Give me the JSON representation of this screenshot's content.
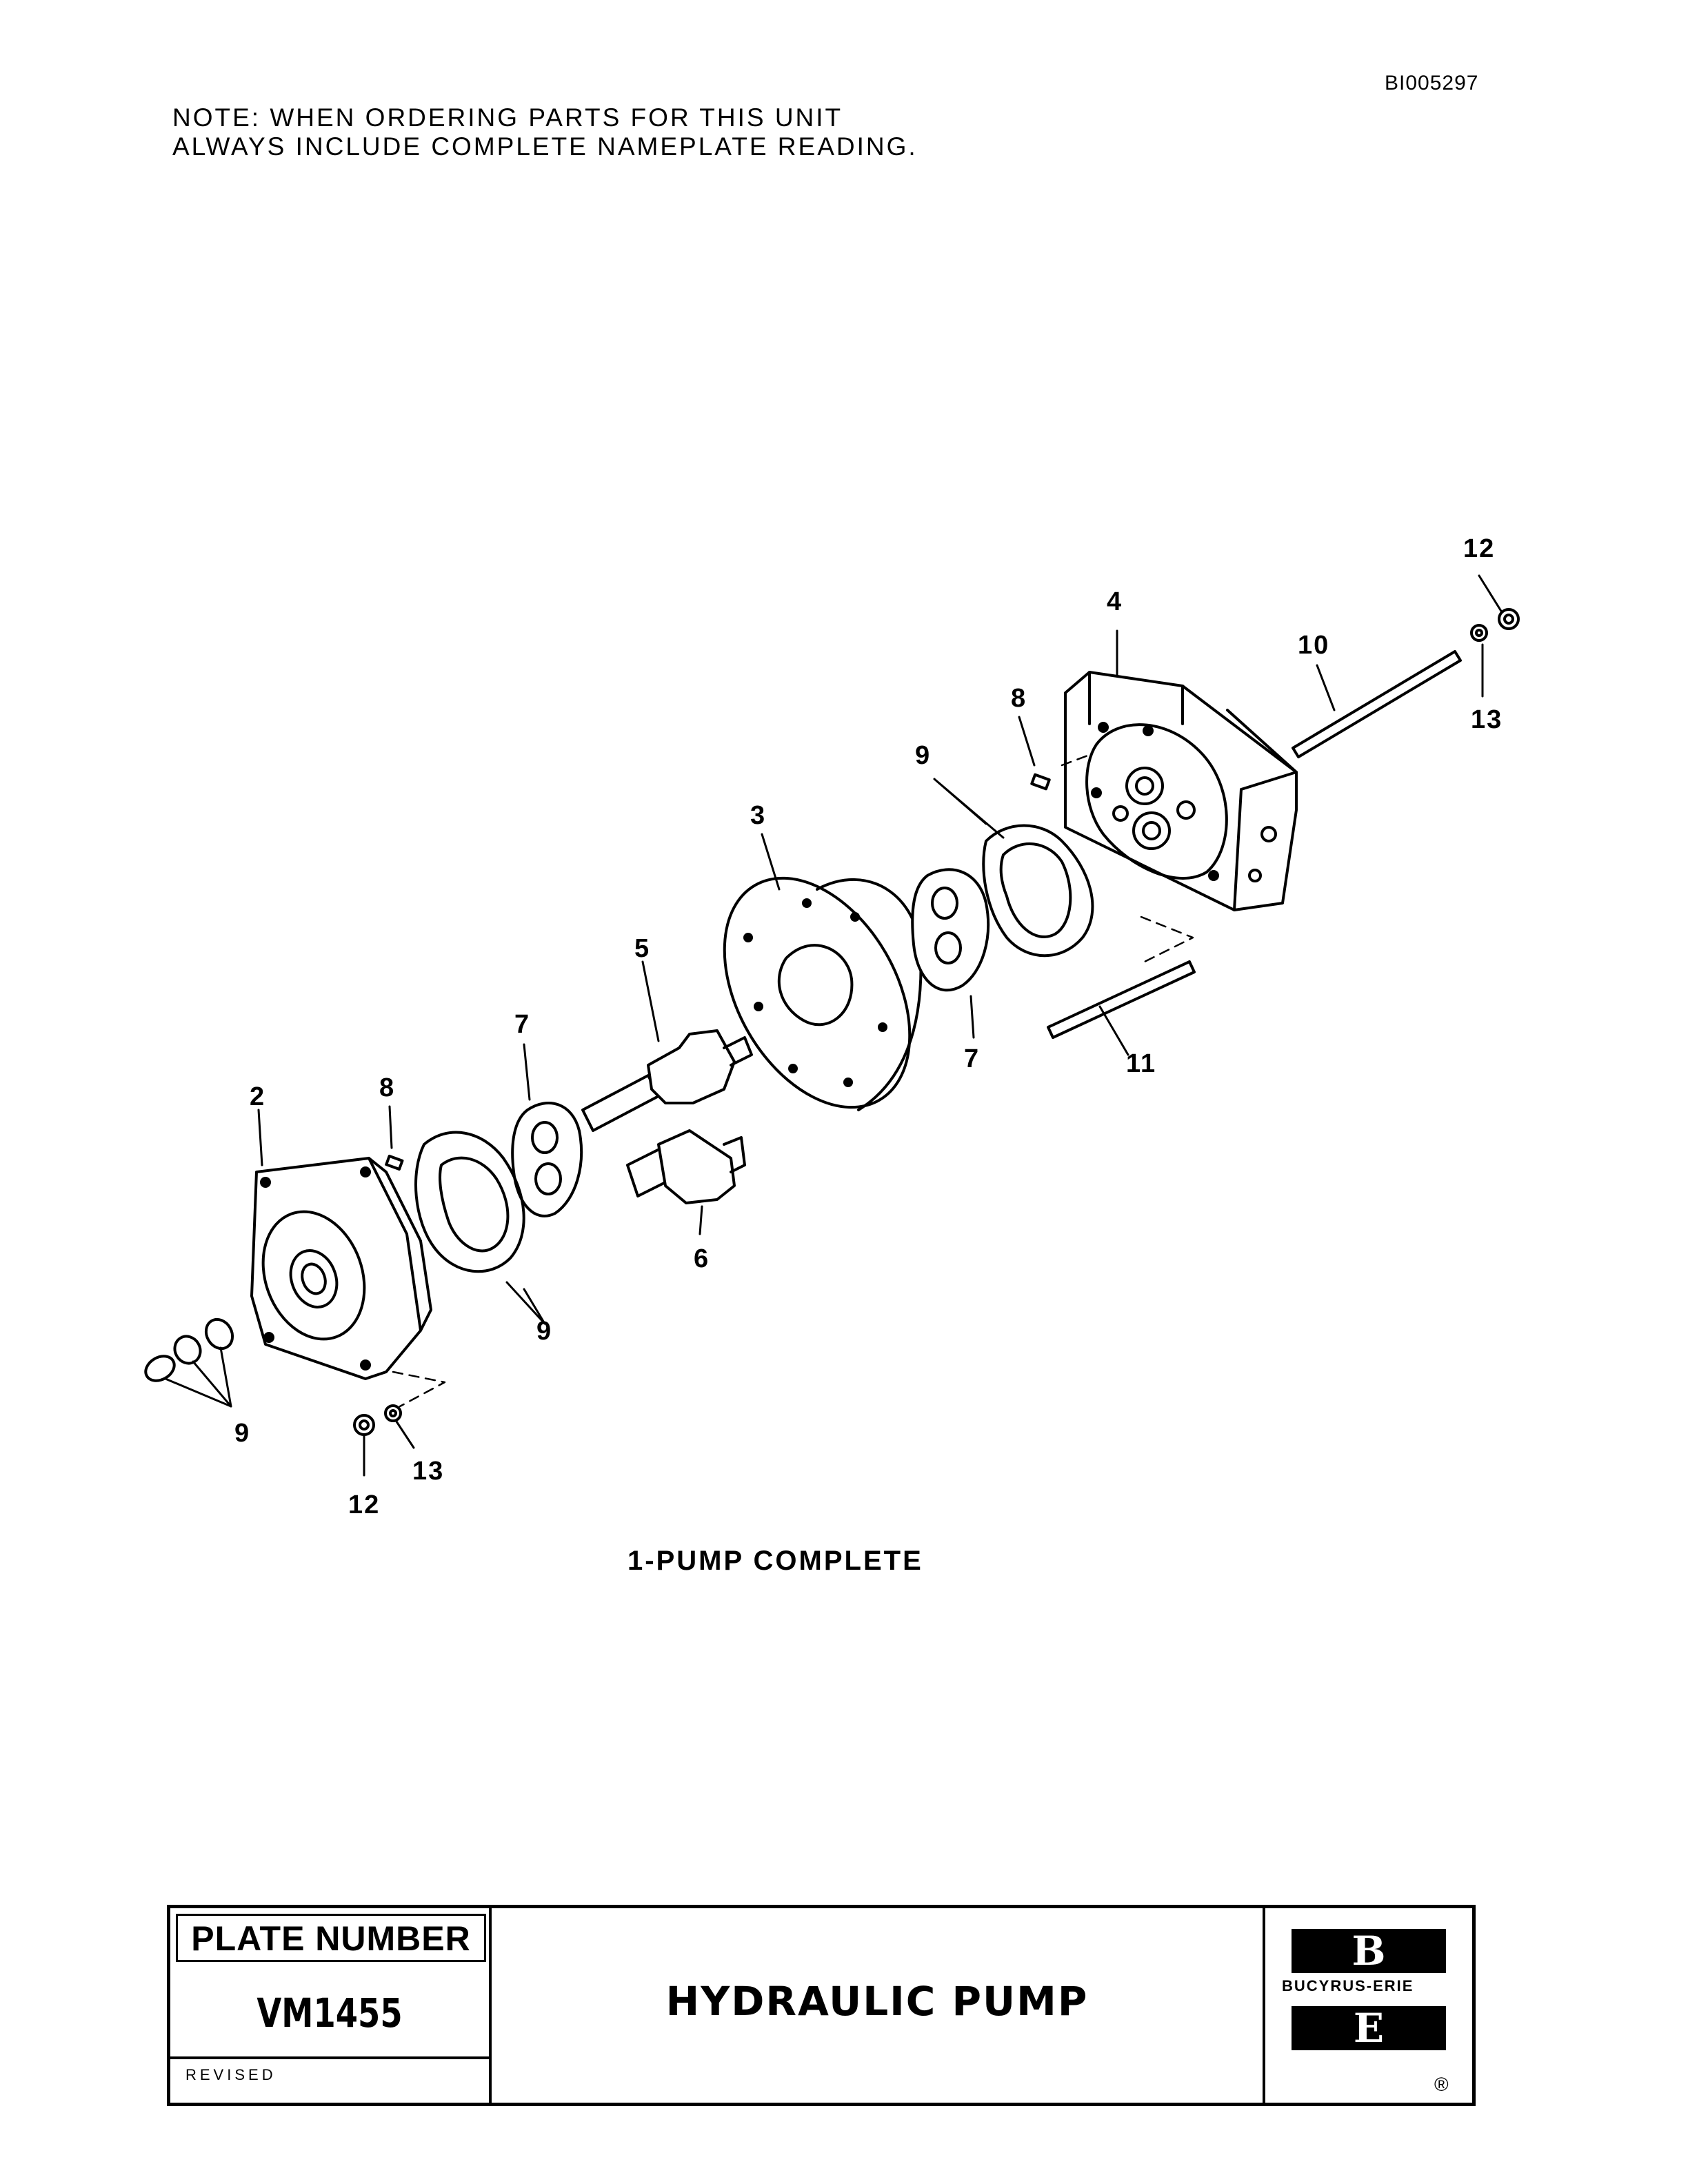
{
  "document_id": "BI005297",
  "note": {
    "line1": "NOTE:  WHEN ORDERING PARTS FOR THIS UNIT",
    "line2": "ALWAYS INCLUDE COMPLETE NAMEPLATE READING."
  },
  "callouts": [
    "12",
    "4",
    "10",
    "13",
    "8",
    "9",
    "3",
    "5",
    "7",
    "7",
    "11",
    "2",
    "8",
    "9",
    "6",
    "9",
    "13",
    "12"
  ],
  "caption": "1-PUMP  COMPLETE",
  "title_block": {
    "plate_label": "PLATE NUMBER",
    "plate_number": "VM1455",
    "revised_label": "REVISED",
    "title": "HYDRAULIC  PUMP",
    "logo_top": "B",
    "logo_name": "BUCYRUS-ERIE",
    "logo_bottom": "E",
    "registered": "®"
  }
}
